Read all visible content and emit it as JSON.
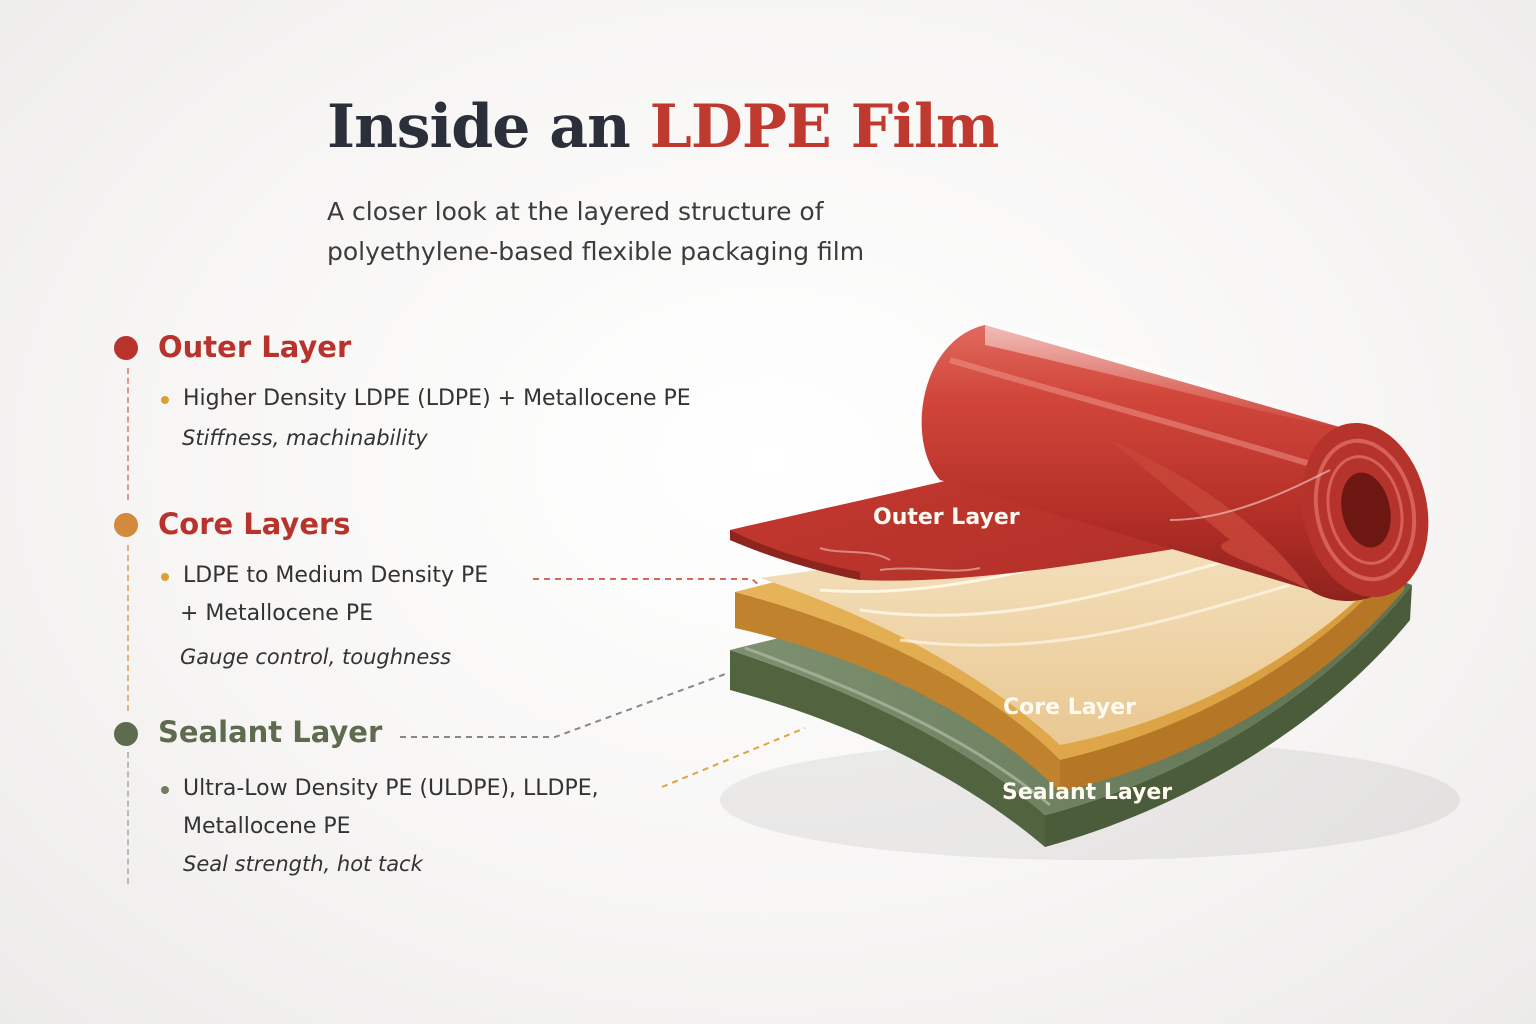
{
  "title": {
    "main": "Inside an ",
    "accent": "LDPE Film"
  },
  "subtitle": {
    "line1": "A closer look at the layered structure of",
    "line2": "polyethylene-based flexible packaging film"
  },
  "layers": [
    {
      "heading": "Outer Layer",
      "color": "#b8332c",
      "bullet_color": "#d9a032",
      "lines": [
        "Higher Density LDPE (LDPE) + Metallocene PE"
      ],
      "note": "Stiffness, machinability"
    },
    {
      "heading": "Core Layers",
      "color": "#b8332c",
      "dot_color": "#d38a3a",
      "bullet_color": "#d9a032",
      "lines": [
        "LDPE to Medium Density PE",
        "+ Metallocene PE"
      ],
      "note": "Gauge control, toughness"
    },
    {
      "heading": "Sealant Layer",
      "color": "#5e6b4e",
      "bullet_color": "#6f7d62",
      "lines": [
        "Ultra-Low Density PE (ULDPE), LLDPE,",
        "Metallocene PE"
      ],
      "note": "Seal strength, hot tack"
    }
  ],
  "film_labels": {
    "outer": "Outer Layer",
    "core": "Core Layer",
    "sealant": "Sealant Layer"
  },
  "colors": {
    "outer": "#c53a30",
    "core": "#e0a43c",
    "sealant": "#6f8560"
  }
}
